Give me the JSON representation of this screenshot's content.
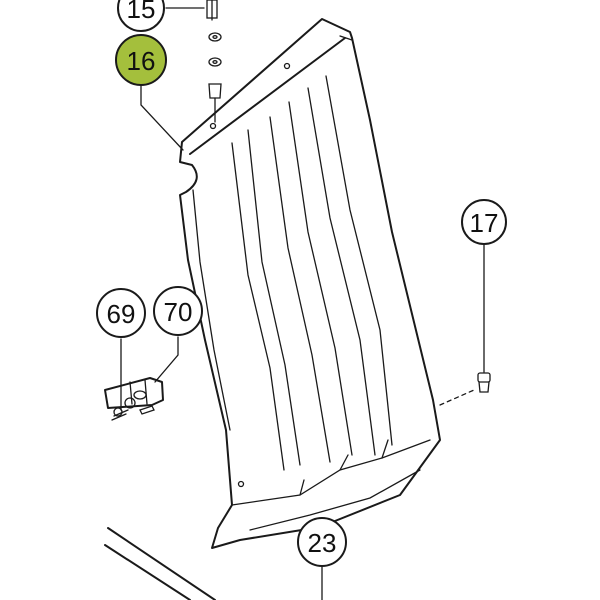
{
  "callouts": [
    {
      "id": "15",
      "label": "15",
      "highlighted": false
    },
    {
      "id": "16",
      "label": "16",
      "highlighted": true
    },
    {
      "id": "17",
      "label": "17",
      "highlighted": false
    },
    {
      "id": "69",
      "label": "69",
      "highlighted": false
    },
    {
      "id": "70",
      "label": "70",
      "highlighted": false
    },
    {
      "id": "23",
      "label": "23",
      "highlighted": false
    }
  ],
  "colors": {
    "highlight": "#a4bf3c",
    "line": "#1a1a1a",
    "background": "#ffffff"
  }
}
